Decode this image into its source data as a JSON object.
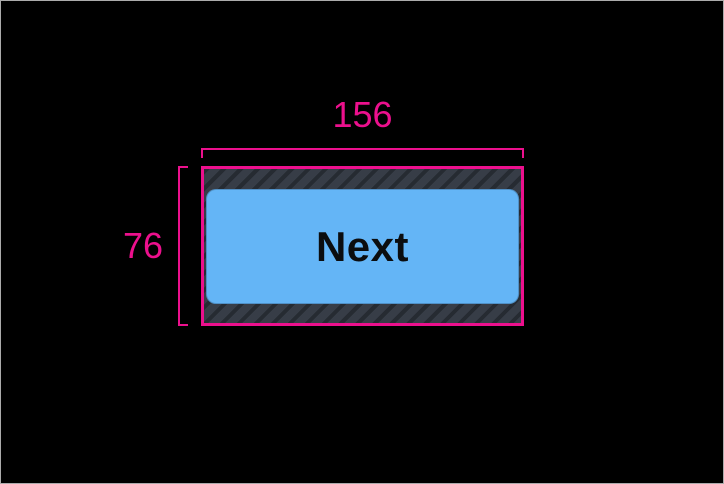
{
  "canvas": {
    "background": "#000000",
    "frame_border_color": "#ababab"
  },
  "measurement": {
    "width_label": "156",
    "height_label": "76",
    "accent_color": "#ec108d"
  },
  "touch_target": {
    "hatch_background": "#373d47",
    "hatch_stripe_color": "#262b32",
    "outline_color": "#ec108d"
  },
  "button": {
    "label": "Next",
    "fill_color": "#64b5f6",
    "text_color": "#0b0d0f"
  }
}
